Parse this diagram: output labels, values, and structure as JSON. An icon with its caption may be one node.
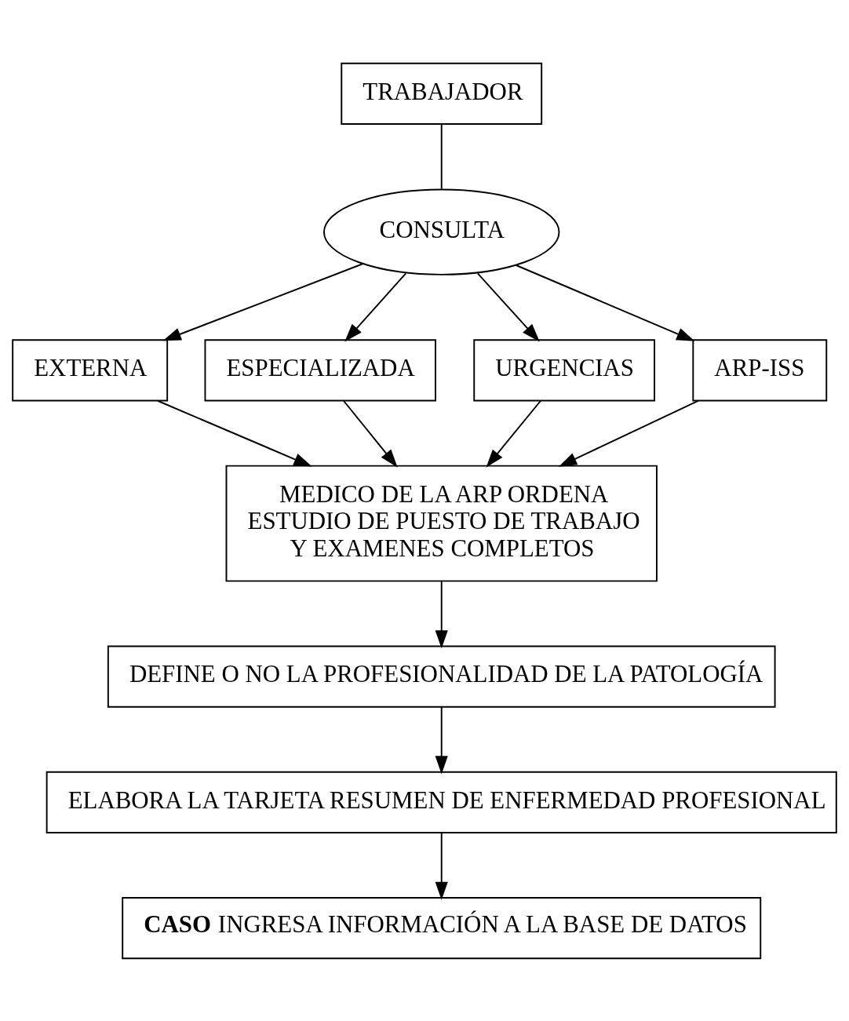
{
  "diagram": {
    "nodes": [
      {
        "text": [
          "TRABAJADOR"
        ]
      },
      {
        "text": [
          "CONSULTA"
        ]
      },
      {
        "text": [
          "EXTERNA"
        ]
      },
      {
        "text": [
          "ESPECIALIZADA"
        ]
      },
      {
        "text": [
          "URGENCIAS"
        ]
      },
      {
        "text": [
          "ARP-ISS"
        ]
      },
      {
        "text": [
          "MEDICO DE LA ARP ORDENA ESTUDIO DE PUESTO DE TRABAJO Y EXAMENES COMPLETOS"
        ]
      },
      {
        "text": [
          "DEFINE O NO LA PROFESIONALIDAD DE LA PATOLOGÍA"
        ]
      },
      {
        "text": [
          "ELABORA LA TARJETA RESUMEN DE ENFERMEDAD PROFESIONAL"
        ]
      },
      {
        "text": [
          "**CASO** INGRESA INFORMACIÓN A LA BASE DE DATOS"
        ]
      }
    ],
    "edges": [
      {
        "from": 0,
        "to": 1,
        "arrow": "none"
      },
      {
        "from": 1,
        "to": 2,
        "arrow": "to"
      },
      {
        "from": 1,
        "to": 3,
        "arrow": "to"
      },
      {
        "from": 1,
        "to": 4,
        "arrow": "to"
      },
      {
        "from": 1,
        "to": 5,
        "arrow": "to"
      },
      {
        "from": 2,
        "to": 6,
        "arrow": "to"
      },
      {
        "from": 3,
        "to": 6,
        "arrow": "to"
      },
      {
        "from": 4,
        "to": 6,
        "arrow": "to"
      },
      {
        "from": 5,
        "to": 6,
        "arrow": "to"
      },
      {
        "from": 6,
        "to": 7,
        "arrow": "to"
      },
      {
        "from": 7,
        "to": 8,
        "arrow": "to"
      },
      {
        "from": 8,
        "to": 9,
        "arrow": "to"
      }
    ]
  }
}
